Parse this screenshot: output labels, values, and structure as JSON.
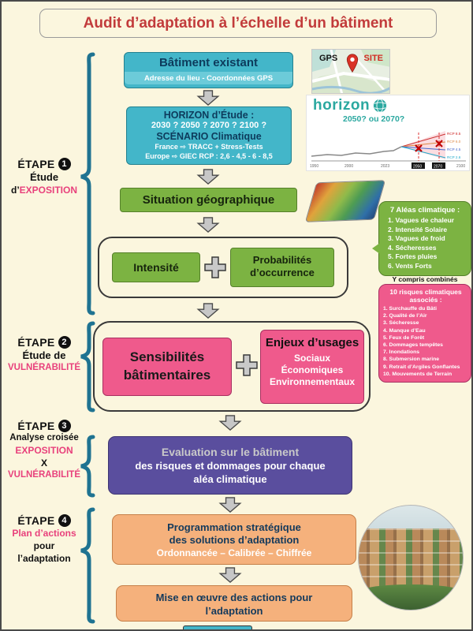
{
  "palette": {
    "background": "#FBF6DE",
    "cyan": "#43B6C9",
    "green": "#7CB342",
    "pink": "#EF5A8C",
    "purple": "#5A4E9E",
    "orange": "#F5B17C",
    "accent_pink_text": "#E8417C",
    "title_red": "#C23B3B",
    "brace_teal": "#1F7391"
  },
  "title": "Audit d’adaptation à l’échelle d’un bâtiment",
  "steps": {
    "step1": {
      "etape": "ÉTAPE",
      "num": "1",
      "line1": "Étude",
      "line2a": "d’",
      "line2b": "EXPOSITION"
    },
    "step2": {
      "etape": "ÉTAPE",
      "num": "2",
      "line1": "Étude de",
      "line2": "VULNÉRABILITÉ"
    },
    "step3": {
      "etape": "ÉTAPE",
      "num": "3",
      "line1": "Analyse croisée",
      "line2": "EXPOSITION",
      "line3": "X",
      "line4": "VULNÉRABILITÉ"
    },
    "step4": {
      "etape": "ÉTAPE",
      "num": "4",
      "line1": "Plan d’actions",
      "line2": "pour",
      "line3": "l’adaptation"
    }
  },
  "flow": {
    "batiment": {
      "title": "Bâtiment existant",
      "subtitle": "Adresse du lieu - Coordonnées GPS"
    },
    "horizon": {
      "line1": "HORIZON d’Étude :",
      "line2": "2030 ?   2050 ?   2070 ?   2100 ?",
      "line3": "SCÉNARIO Climatique",
      "line4": "France ⇨ TRACC + Stress-Tests",
      "line5": "Europe ⇨ GIEC RCP : 2,6 - 4,5 - 6 - 8,5"
    },
    "situation": {
      "title": "Situation géographique"
    },
    "intensite": {
      "label": "Intensité"
    },
    "probabilites": {
      "line1": "Probabilités",
      "line2": "d’occurrence"
    },
    "sensibilites": {
      "line1": "Sensibilités",
      "line2": "bâtimentaires"
    },
    "enjeux": {
      "title": "Enjeux d’usages",
      "line1": "Sociaux",
      "line2": "Économiques",
      "line3": "Environnementaux"
    },
    "evaluation": {
      "line1": "Evaluation sur le bâtiment",
      "line2": "des risques et dommages pour chaque",
      "line3": "aléa climatique"
    },
    "programmation": {
      "line1": "Programmation stratégique",
      "line2": "des solutions d’adaptation",
      "line3": "Ordonnancée – Calibrée – Chiffrée"
    },
    "mise_en_oeuvre": {
      "line1": "Mise en œuvre des actions pour",
      "line2": "l’adaptation"
    }
  },
  "aleas": {
    "title": "7 Aléas climatique :",
    "items": [
      "1. Vagues de chaleur",
      "2. Intensité Solaire",
      "3. Vagues de froid",
      "4. Sécheresses",
      "5. Fortes pluies",
      "6. Vents Forts"
    ],
    "combines": "Y compris combinés"
  },
  "risques": {
    "title": "10 risques climatiques associés :",
    "items": [
      "1. Surchauffe du Bâti",
      "2. Qualité de l’Air",
      "3. Sécheresse",
      "4. Manque d’Eau",
      "5. Feux de Forêt",
      "6. Dommages tempêtes",
      "7. Inondations",
      "8. Submersion marine",
      "9. Retrait d’Argiles Gonflantes",
      "10. Mouvements de Terrain"
    ]
  },
  "images": {
    "gps": {
      "label1": "GPS",
      "label2": "SITE"
    },
    "horizon_chart": {
      "brand": "horizon",
      "question": "2050? ou 2070?",
      "years": [
        "1950",
        "2000",
        "2023",
        "2050",
        "2070",
        "2100"
      ],
      "rcp_labels": [
        "RCP 8.5",
        "RCP 6.0",
        "RCP 4.5",
        "RCP 2.6"
      ]
    }
  }
}
